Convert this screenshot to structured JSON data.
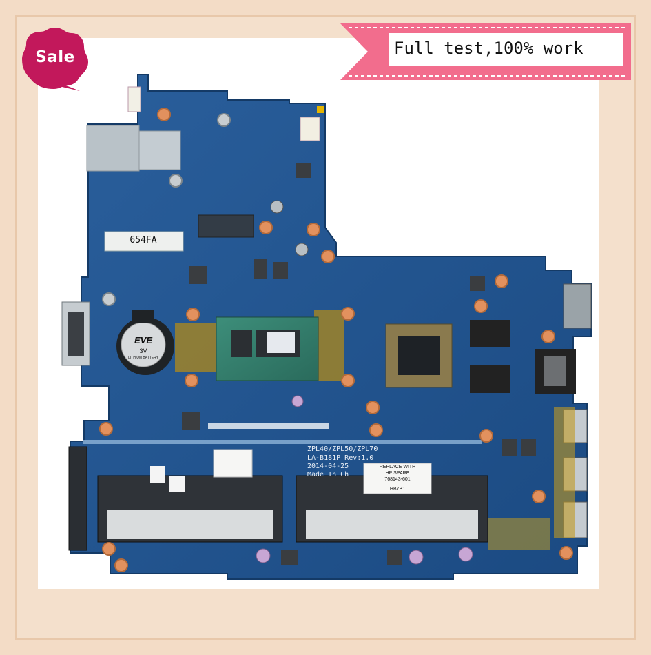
{
  "badge": {
    "label": "Sale",
    "color": "#c2185b"
  },
  "banner": {
    "text": "Full test,100% work",
    "color": "#f26d8d"
  },
  "board": {
    "label_654": "654FA",
    "battery_brand": "EVE",
    "battery_volt": "3V",
    "battery_sub": "LITHIUM BATTERY",
    "silkscreen_models": "ZPL40/ZPL50/ZPL70",
    "silkscreen_rev": "LA-B181P Rev:1.0",
    "silkscreen_date": "2014-04-25",
    "silkscreen_made": "Made In  Ch",
    "sticker_line1": "REPLACE WITH",
    "sticker_line2": "HP SPARE",
    "sticker_line3": "768143-601",
    "sticker_line4": "HB7B1",
    "pcb_color": "#1d4d86"
  }
}
